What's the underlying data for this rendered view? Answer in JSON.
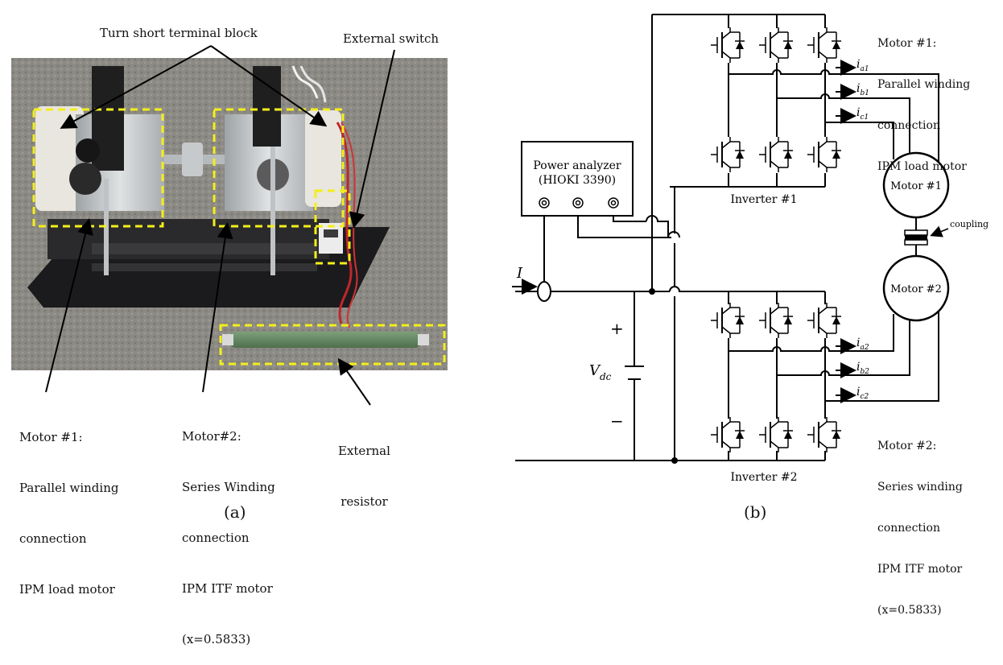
{
  "panel_a": {
    "caption": "(a)",
    "labels": {
      "terminal_block": "Turn short terminal block",
      "external_switch": "External switch",
      "motor1": [
        "Motor #1:",
        "Parallel winding",
        "connection",
        "IPM load motor"
      ],
      "motor2": [
        "Motor#2:",
        "Series Winding",
        "connection",
        "IPM ITF motor",
        "(x=0.5833)"
      ],
      "external_resistor": [
        "External",
        "resistor"
      ]
    }
  },
  "panel_b": {
    "caption": "(b)",
    "power_analyzer": [
      "Power analyzer",
      "(HIOKI 3390)"
    ],
    "current_label": "I",
    "plus": "+",
    "minus": "−",
    "vdc_main": "V",
    "vdc_sub": "dc",
    "inverter1": "Inverter #1",
    "inverter2": "Inverter #2",
    "motor1_circle": "Motor #1",
    "motor2_circle": "Motor #2",
    "coupling": "coupling",
    "motor1_desc": [
      "Motor #1:",
      "Parallel winding",
      "connection",
      "IPM load motor"
    ],
    "motor2_desc": [
      "Motor #2:",
      "Series winding",
      "connection",
      "IPM ITF motor",
      "(x=0.5833)"
    ],
    "currents1": [
      {
        "main": "i",
        "sub": "a1"
      },
      {
        "main": "i",
        "sub": "b1"
      },
      {
        "main": "i",
        "sub": "c1"
      }
    ],
    "currents2": [
      {
        "main": "i",
        "sub": "a2"
      },
      {
        "main": "i",
        "sub": "b2"
      },
      {
        "main": "i",
        "sub": "c2"
      }
    ]
  }
}
